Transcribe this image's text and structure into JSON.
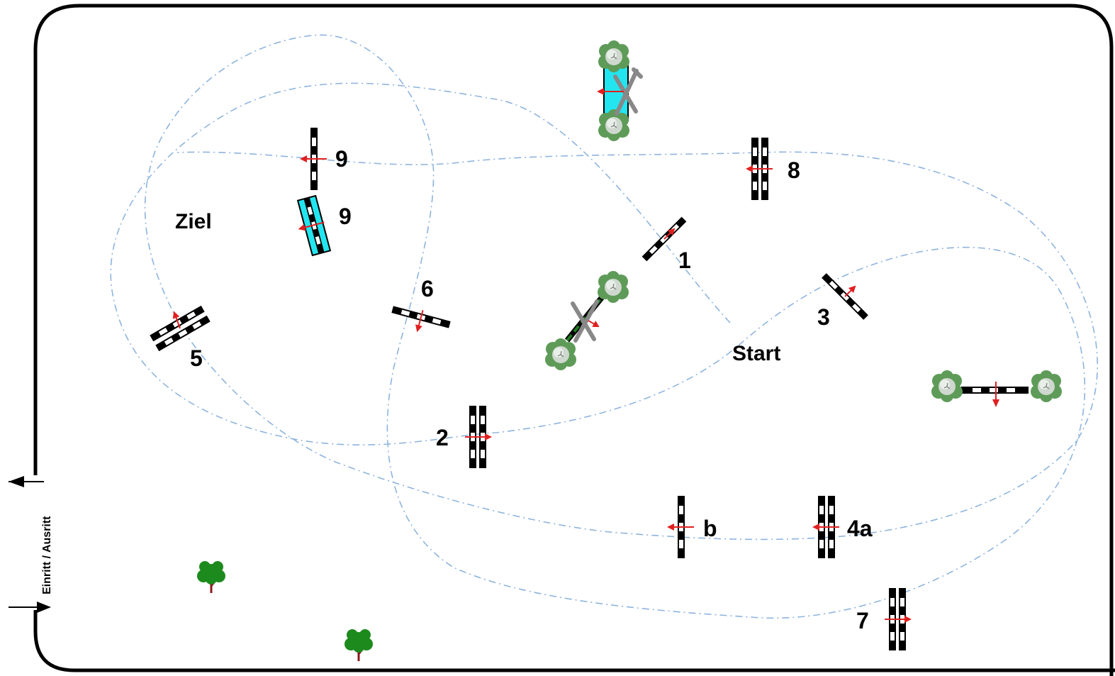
{
  "labels": {
    "start": "Start",
    "finish": "Ziel",
    "entrance": "Einritt / Ausritt",
    "obstacles": [
      "1",
      "2",
      "3",
      "4a",
      "b",
      "5",
      "6",
      "7",
      "8",
      "9",
      "9"
    ]
  },
  "colors": {
    "border": "#000000",
    "route": "#8fb4dd",
    "arrow": "#e02020",
    "water": "#22e5f0",
    "bush": "#5d9a58",
    "tree_leaf": "#1d8a1d",
    "tree_trunk": "#8b1a1a"
  },
  "icons": [
    "jump-pole-icon",
    "oxer-icon",
    "water-jump-icon",
    "bush-icon",
    "tree-icon",
    "direction-arrow-icon"
  ]
}
